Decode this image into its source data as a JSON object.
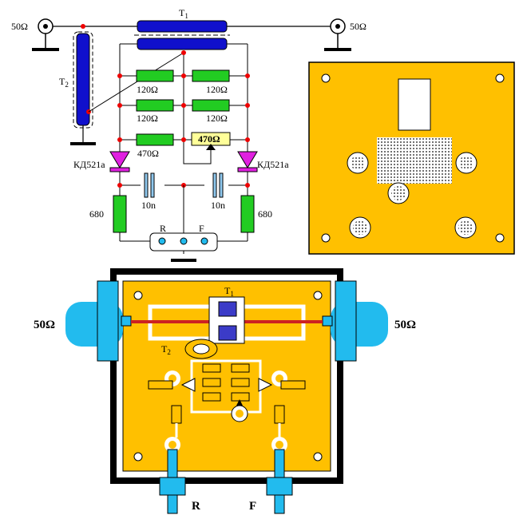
{
  "schematic": {
    "port_left": "50Ω",
    "port_right": "50Ω",
    "transformer_t1": "T",
    "transformer_t1_sub": "1",
    "transformer_t2": "T",
    "transformer_t2_sub": "2",
    "res_120_a": "120Ω",
    "res_120_b": "120Ω",
    "res_120_c": "120Ω",
    "res_120_d": "120Ω",
    "res_470_fixed": "470Ω",
    "res_470_trim": "470Ω",
    "diode_left": "КД521а",
    "diode_right": "КД521а",
    "cap_left": "10n",
    "cap_right": "10n",
    "res_680_left": "680",
    "res_680_right": "680",
    "out_r": "R",
    "out_f": "F"
  },
  "assembly": {
    "port_left": "50Ω",
    "port_right": "50Ω",
    "t1": "T",
    "t1_sub": "1",
    "t2": "T",
    "t2_sub": "2",
    "out_r": "R",
    "out_f": "F"
  },
  "colors": {
    "board": "#FFC000",
    "transformer": "#1010CC",
    "resistor": "#22CC22",
    "diode": "#E020E0",
    "node": "#EE0000",
    "connector": "#22BBEE",
    "trim": "#FFFF99"
  }
}
